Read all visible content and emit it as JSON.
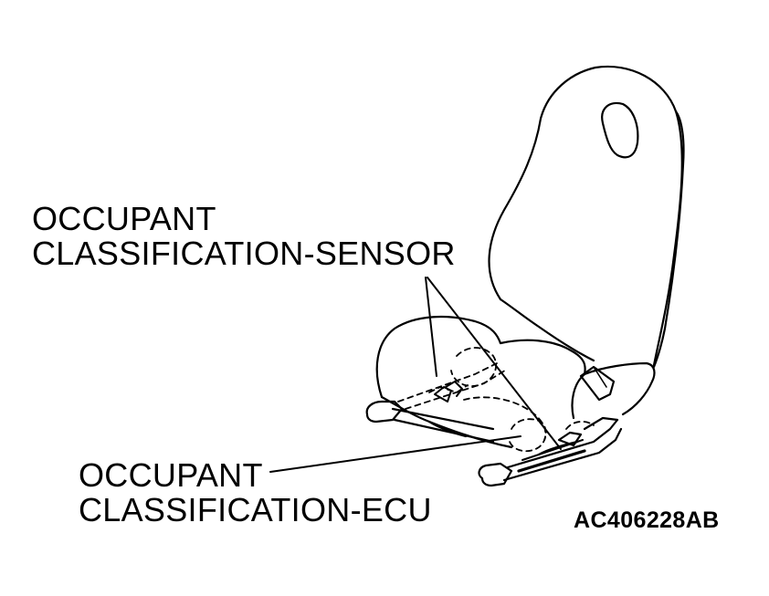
{
  "labels": {
    "sensor_line1": "OCCUPANT",
    "sensor_line2": "CLASSIFICATION-SENSOR",
    "ecu_line1": "OCCUPANT",
    "ecu_line2": "CLASSIFICATION-ECU"
  },
  "figure_code": "AC406228AB",
  "colors": {
    "ink": "#000000",
    "paper": "#ffffff"
  }
}
